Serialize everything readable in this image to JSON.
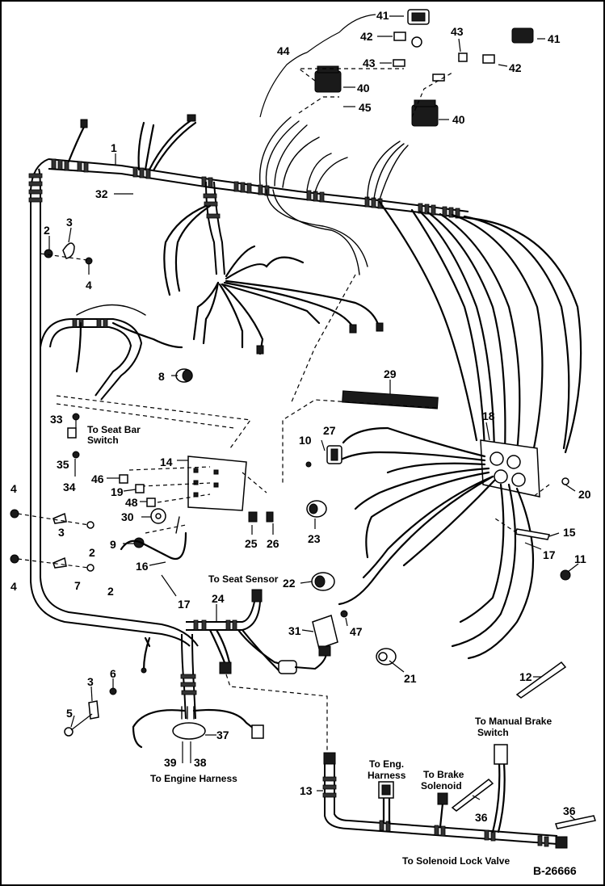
{
  "labels": [
    {
      "id": "p1",
      "text": "1"
    },
    {
      "id": "p2a",
      "text": "2"
    },
    {
      "id": "p3a",
      "text": "3"
    },
    {
      "id": "p4a",
      "text": "4"
    },
    {
      "id": "p32",
      "text": "32"
    },
    {
      "id": "p44",
      "text": "44"
    },
    {
      "id": "p41a",
      "text": "41"
    },
    {
      "id": "p42a",
      "text": "42"
    },
    {
      "id": "p43a",
      "text": "43"
    },
    {
      "id": "p40a",
      "text": "40"
    },
    {
      "id": "p45",
      "text": "45"
    },
    {
      "id": "p43b",
      "text": "43"
    },
    {
      "id": "p41b",
      "text": "41"
    },
    {
      "id": "p42b",
      "text": "42"
    },
    {
      "id": "p40b",
      "text": "40"
    },
    {
      "id": "p8",
      "text": "8"
    },
    {
      "id": "p29",
      "text": "29"
    },
    {
      "id": "p33",
      "text": "33"
    },
    {
      "id": "p35",
      "text": "35"
    },
    {
      "id": "p34",
      "text": "34"
    },
    {
      "id": "p14",
      "text": "14"
    },
    {
      "id": "p46",
      "text": "46"
    },
    {
      "id": "p19",
      "text": "19"
    },
    {
      "id": "p48",
      "text": "48"
    },
    {
      "id": "p30",
      "text": "30"
    },
    {
      "id": "p18",
      "text": "18"
    },
    {
      "id": "p10",
      "text": "10"
    },
    {
      "id": "p27",
      "text": "27"
    },
    {
      "id": "p4b",
      "text": "4"
    },
    {
      "id": "p3b",
      "text": "3"
    },
    {
      "id": "p2b",
      "text": "2"
    },
    {
      "id": "p4c",
      "text": "4"
    },
    {
      "id": "p7",
      "text": "7"
    },
    {
      "id": "p2c",
      "text": "2"
    },
    {
      "id": "p9",
      "text": "9"
    },
    {
      "id": "p16",
      "text": "16"
    },
    {
      "id": "p17a",
      "text": "17"
    },
    {
      "id": "p25",
      "text": "25"
    },
    {
      "id": "p26",
      "text": "26"
    },
    {
      "id": "p23",
      "text": "23"
    },
    {
      "id": "p20",
      "text": "20"
    },
    {
      "id": "p15",
      "text": "15"
    },
    {
      "id": "p17b",
      "text": "17"
    },
    {
      "id": "p11",
      "text": "11"
    },
    {
      "id": "p22",
      "text": "22"
    },
    {
      "id": "p24",
      "text": "24"
    },
    {
      "id": "p31",
      "text": "31"
    },
    {
      "id": "p47",
      "text": "47"
    },
    {
      "id": "p21",
      "text": "21"
    },
    {
      "id": "p12",
      "text": "12"
    },
    {
      "id": "p3c",
      "text": "3"
    },
    {
      "id": "p6",
      "text": "6"
    },
    {
      "id": "p5",
      "text": "5"
    },
    {
      "id": "p37",
      "text": "37"
    },
    {
      "id": "p39",
      "text": "39"
    },
    {
      "id": "p38",
      "text": "38"
    },
    {
      "id": "p13",
      "text": "13"
    },
    {
      "id": "p36a",
      "text": "36"
    },
    {
      "id": "p36b",
      "text": "36"
    }
  ],
  "callouts": {
    "seat_bar_1": "To Seat Bar",
    "seat_bar_2": "Switch",
    "seat_sensor": "To Seat Sensor",
    "engine_harness": "To Engine Harness",
    "manual_brake_1": "To Manual Brake",
    "manual_brake_2": "Switch",
    "eng_harness_1": "To Eng.",
    "eng_harness_2": "Harness",
    "brake_solenoid_1": "To Brake",
    "brake_solenoid_2": "Solenoid",
    "solenoid_lock": "To Solenoid Lock Valve"
  },
  "drawing_number": "B-26666",
  "colors": {
    "ink": "#000000",
    "paper": "#ffffff"
  }
}
